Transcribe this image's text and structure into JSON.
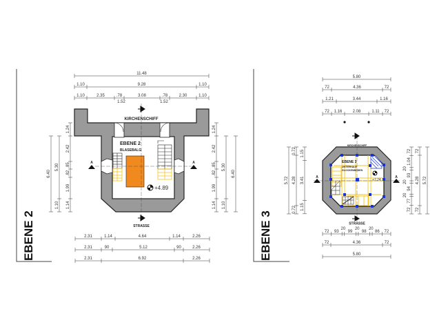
{
  "colors": {
    "wall": "#9a9a9a",
    "blasebalg": "#f08a1e",
    "timber": "#f5c518",
    "column": "#1a33d6"
  },
  "ebene2": {
    "title": "EBENE 2",
    "room_title": "EBENE 2",
    "room_name": "BLASEBALG",
    "top_label": "KIRCHENSCHIFF",
    "bottom_label": "STRASSE",
    "level": "+4.89",
    "section_mark": "A",
    "dims_top": [
      [
        "11.48"
      ],
      [
        "1.10",
        "9.28",
        "1.10"
      ],
      [
        "1.10",
        "2.35",
        ".78",
        "3.08",
        ".78",
        "2.30",
        "1.10"
      ]
    ],
    "dims_top_sub": [
      "1.52",
      "1.52"
    ],
    "dims_bottom": [
      [
        "2.31",
        "1.14",
        "4.64",
        "1.14",
        "2.26"
      ],
      [
        "2.31",
        "90",
        "5.12",
        "90",
        "2.26"
      ],
      [
        "2.31",
        "6.92",
        "2.26"
      ]
    ],
    "dims_left": [
      [
        "6.40"
      ],
      [
        "5.30",
        "1.10"
      ],
      [
        "1.24",
        "2.42",
        ".85",
        ".82",
        "1.99",
        "1.14"
      ]
    ],
    "dims_right": [
      [
        "1.24",
        "2.42",
        ".85",
        ".82",
        "1.99",
        "1.14"
      ],
      [
        "5.30",
        "1.10"
      ],
      [
        "6.40"
      ]
    ]
  },
  "ebene3": {
    "title": "EBENE 3",
    "room_title": "EBENE 3",
    "room_name_1": "UNTERHALB",
    "room_name_2": "GLOCKENBODEN",
    "top_label": "KIRCHENSCHIFF",
    "bottom_label": "STRASSE",
    "level": "+7.24",
    "section_mark": "A",
    "dims_top": [
      [
        "5.80"
      ],
      [
        "72",
        "4.36",
        "72"
      ],
      [
        "1.21",
        "3.44",
        "1.16"
      ],
      [
        "72",
        "1.16",
        "2.08",
        "1.11",
        "72"
      ]
    ],
    "dims_bottom": [
      [
        "72",
        "93",
        "20",
        "99",
        "20",
        "98",
        "20",
        "86",
        "72"
      ],
      [
        "72",
        "4.36",
        "72"
      ],
      [
        "5.80"
      ]
    ],
    "dims_left": [
      [
        "5.72"
      ],
      [
        "0.72",
        "4.28",
        "0.72"
      ],
      [
        "1.15",
        "3.41",
        "1.15"
      ]
    ],
    "dims_right": [
      [
        "72",
        "1.04",
        "20",
        "93",
        "20",
        "94",
        "20",
        "77",
        "72"
      ],
      [
        "72",
        "4.28",
        "72"
      ],
      [
        "5.72"
      ]
    ]
  }
}
